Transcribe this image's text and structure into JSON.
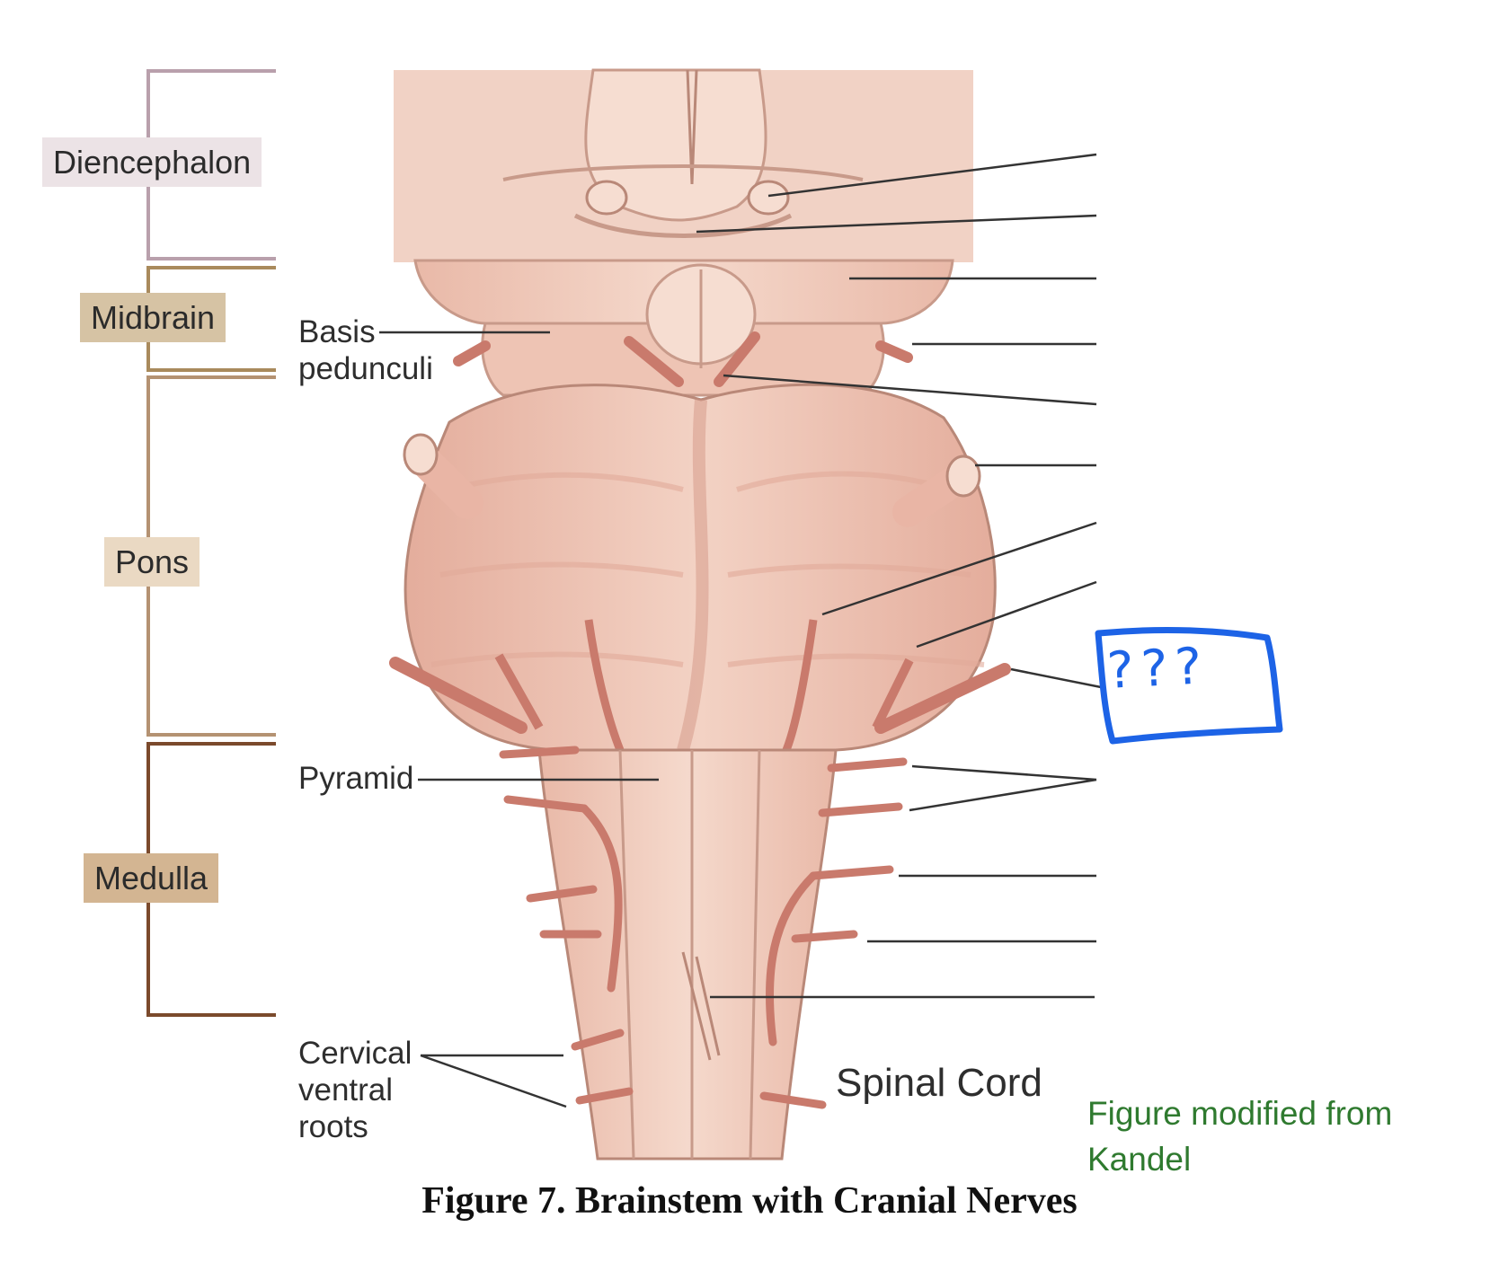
{
  "regions": {
    "diencephalon": "Diencephalon",
    "midbrain": "Midbrain",
    "pons": "Pons",
    "medulla": "Medulla"
  },
  "labels": {
    "basis_pedunculi": [
      "Basis",
      "pedunculi"
    ],
    "pyramid": "Pyramid",
    "cervical_ventral_roots": [
      "Cervical",
      "ventral",
      "roots"
    ],
    "spinal_cord": "Spinal Cord"
  },
  "annotation": {
    "text": "???",
    "color": "#1d63e6"
  },
  "credit": [
    "Figure modified from",
    "Kandel"
  ],
  "caption": "Figure 7.  Brainstem with Cranial Nerves",
  "colors": {
    "tissue": "#f0cfc0",
    "tissue_dark": "#dca594",
    "nerve": "#c97a6c",
    "bracket_diencephalon": "#b9a0ac",
    "bracket_midbrain": "#a98a5c",
    "bracket_pons": "#b49272",
    "bracket_medulla": "#7b4a2c",
    "credit_green": "#2f7a2f"
  }
}
